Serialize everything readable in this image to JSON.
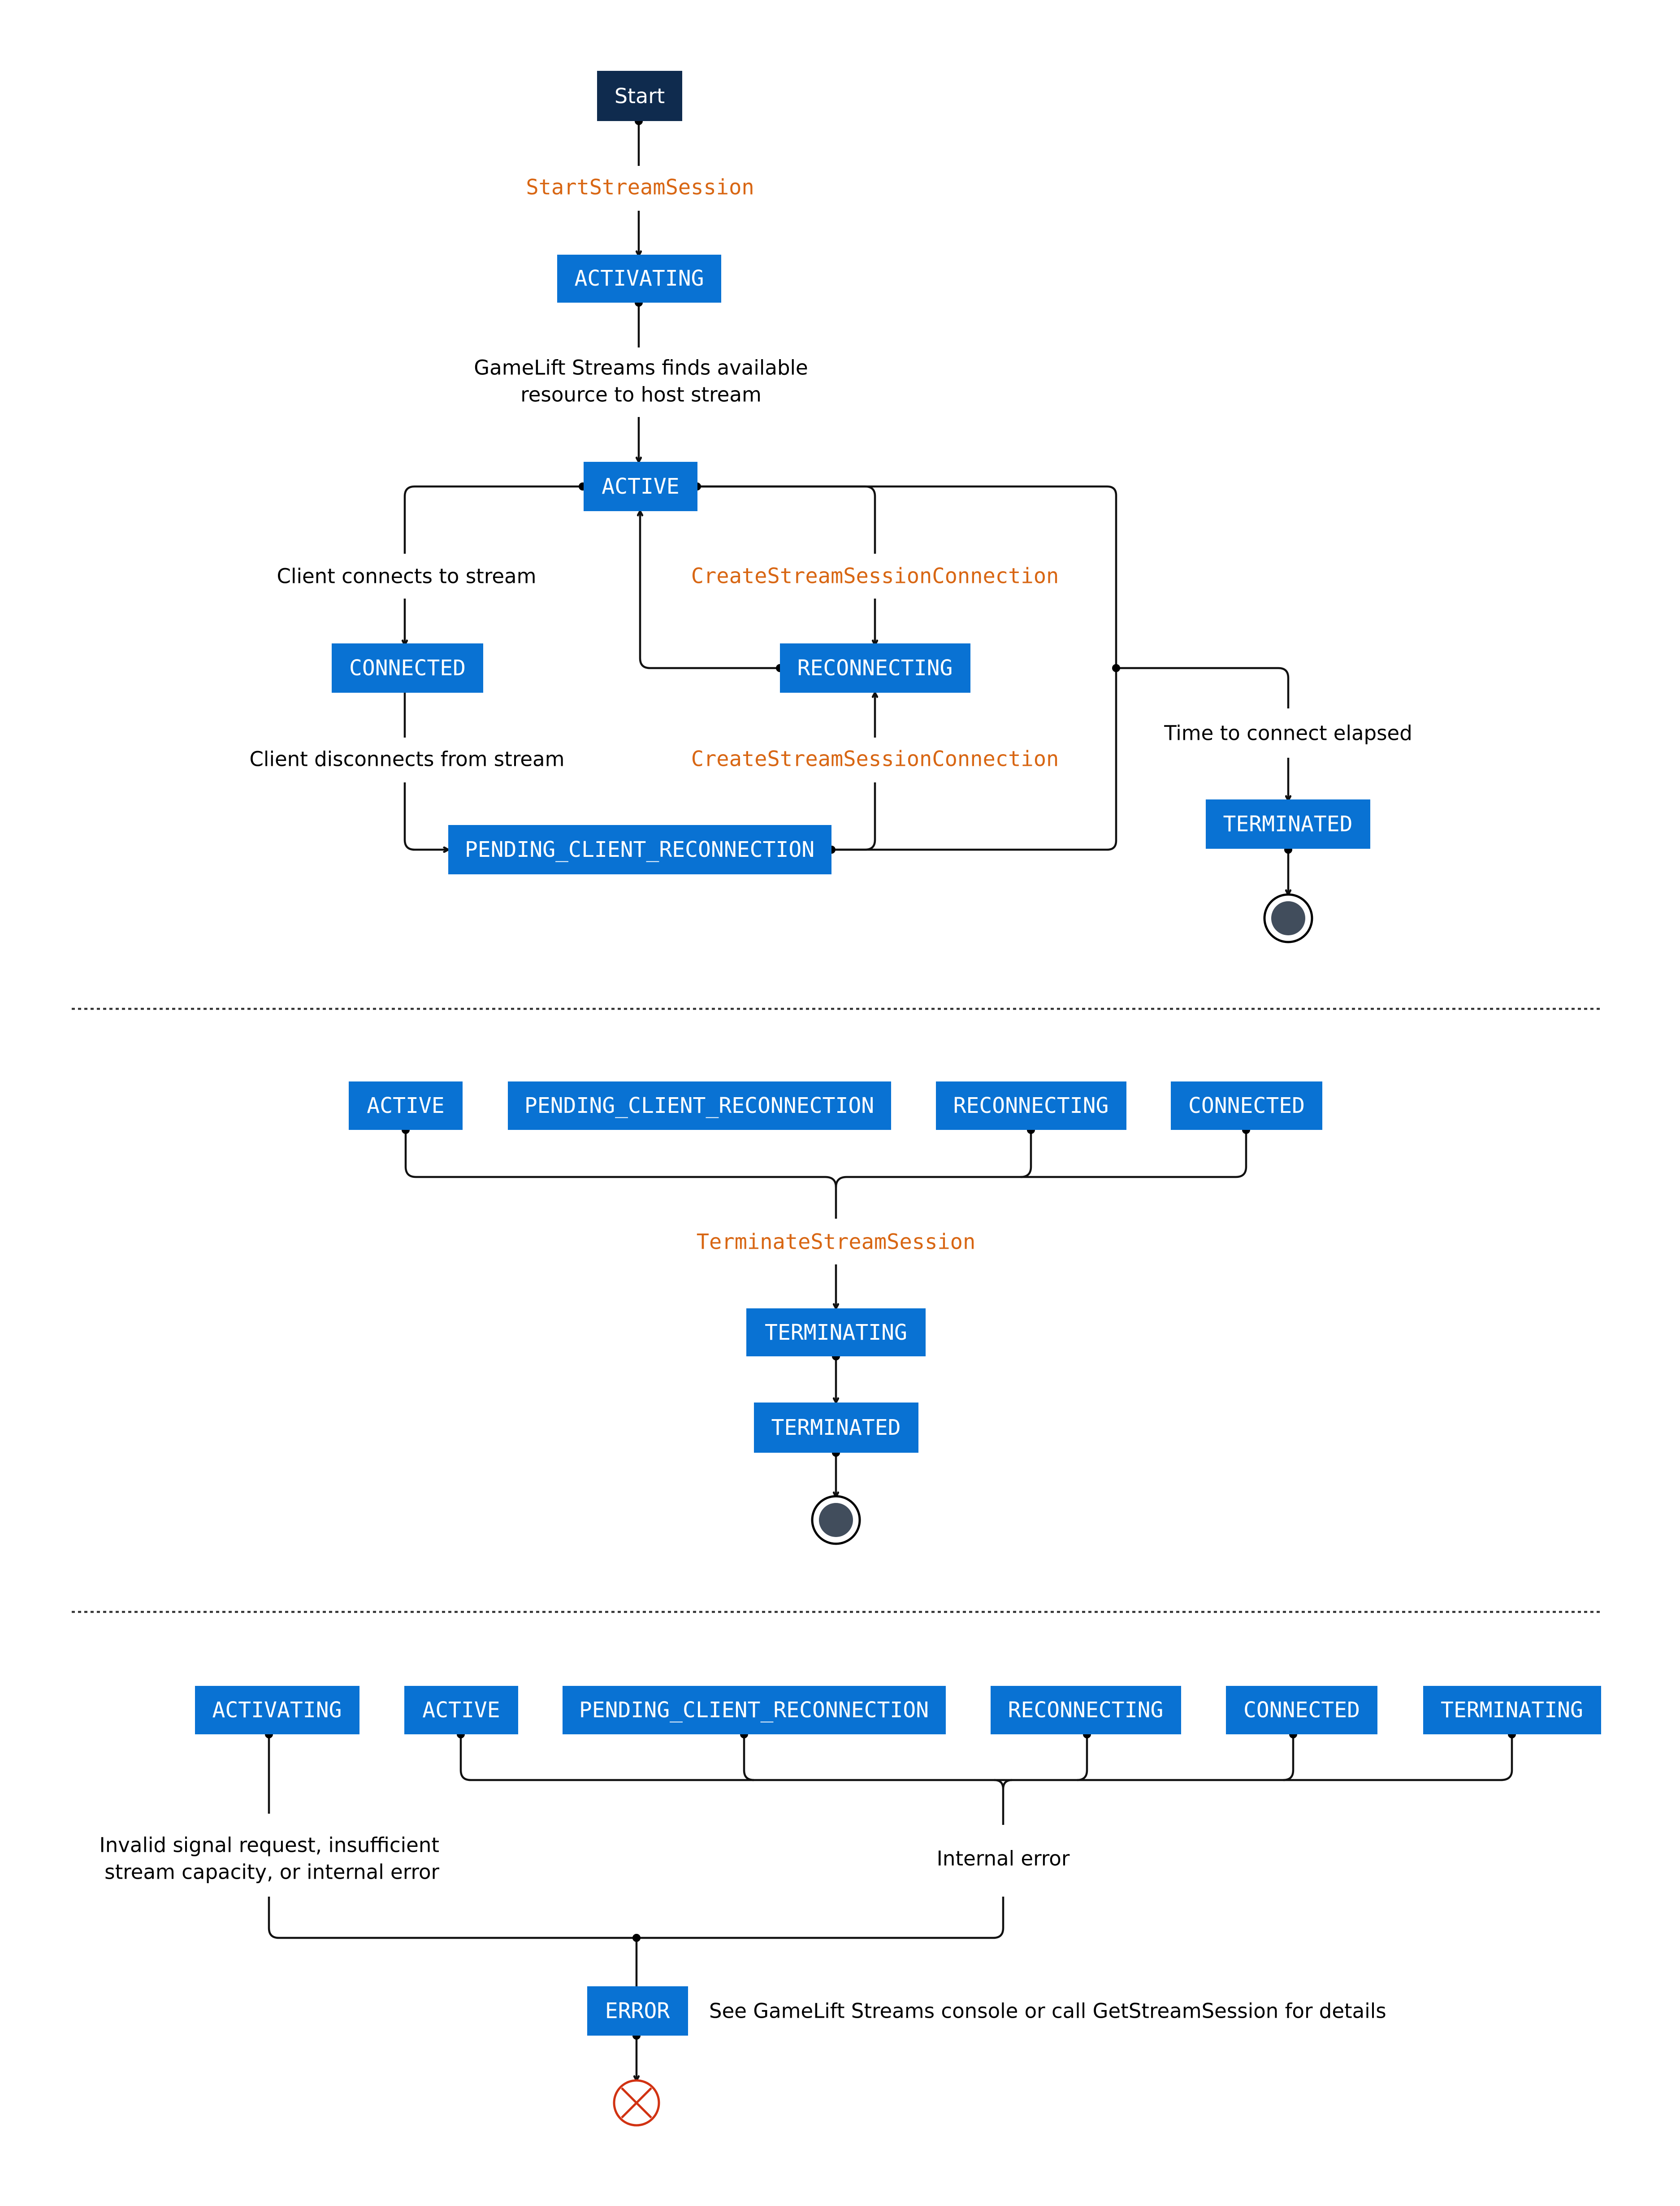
{
  "section1": {
    "start": "Start",
    "api_start_stream_session": "StartStreamSession",
    "activating": "ACTIVATING",
    "label_finds_resource_line1": "GameLift Streams finds available",
    "label_finds_resource_line2": "resource to host stream",
    "active": "ACTIVE",
    "label_client_connects": "Client connects to stream",
    "api_create_connection_1": "CreateStreamSessionConnection",
    "connected": "CONNECTED",
    "reconnecting": "RECONNECTING",
    "label_client_disconnects": "Client disconnects from stream",
    "api_create_connection_2": "CreateStreamSessionConnection",
    "pending_client_reconnection": "PENDING_CLIENT_RECONNECTION",
    "label_time_elapsed": "Time to connect elapsed",
    "terminated": "TERMINATED"
  },
  "section2": {
    "active": "ACTIVE",
    "pending_client_reconnection": "PENDING_CLIENT_RECONNECTION",
    "reconnecting": "RECONNECTING",
    "connected": "CONNECTED",
    "api_terminate": "TerminateStreamSession",
    "terminating": "TERMINATING",
    "terminated": "TERMINATED"
  },
  "section3": {
    "activating": "ACTIVATING",
    "active": "ACTIVE",
    "pending_client_reconnection": "PENDING_CLIENT_RECONNECTION",
    "reconnecting": "RECONNECTING",
    "connected": "CONNECTED",
    "terminating": "TERMINATING",
    "label_invalid_line1": "Invalid signal request, insufficient",
    "label_invalid_line2": "stream capacity, or internal error",
    "label_internal_error": "Internal error",
    "error": "ERROR",
    "label_see_console": "See GameLift Streams console or call GetStreamSession for details"
  },
  "colors": {
    "state_box": "#0972D3",
    "start_box": "#0F2B4E",
    "api_text": "#D86613",
    "end_node": "#414D5C",
    "error_end": "#D13212"
  },
  "icons": {
    "final_state": "final-state-icon",
    "error_end": "error-end-icon"
  }
}
